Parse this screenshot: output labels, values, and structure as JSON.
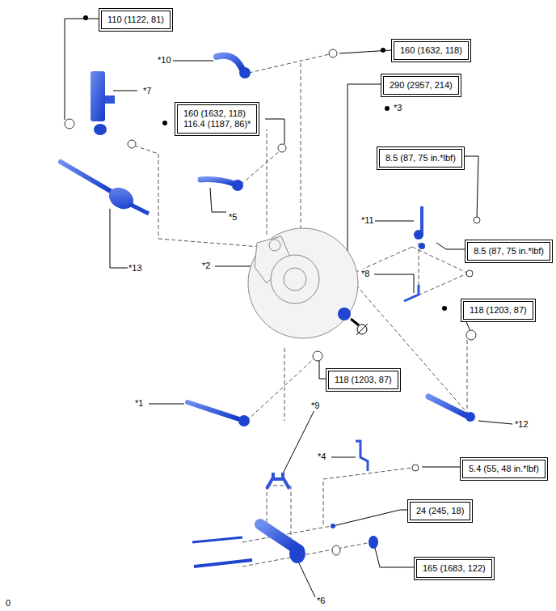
{
  "diagram": {
    "nodes": [
      {
        "text": [
          "110 (1122, 81)"
        ]
      },
      {
        "text": [
          "160 (1632, 118)"
        ]
      },
      {
        "text": [
          "290 (2957, 214)"
        ]
      },
      {
        "text": [
          "160 (1632, 118)",
          "116.4 (1187, 86)*"
        ]
      },
      {
        "text": [
          "8.5 (87, 75 in.*lbf)"
        ]
      },
      {
        "text": [
          "8.5 (87, 75 in.*lbf)"
        ]
      },
      {
        "text": [
          "118 (1203, 87)"
        ]
      },
      {
        "text": [
          "118 (1203, 87)"
        ]
      },
      {
        "text": [
          "5.4 (55, 48 in.*lbf)"
        ]
      },
      {
        "text": [
          "24 (245, 18)"
        ]
      },
      {
        "text": [
          "165 (1683, 122)"
        ]
      }
    ],
    "labels": [
      "*10",
      "*7",
      "*3",
      "*5",
      "*11",
      "*13",
      "*2",
      "*8",
      "*1",
      "*12",
      "*9",
      "*4",
      "*6",
      "0"
    ]
  }
}
